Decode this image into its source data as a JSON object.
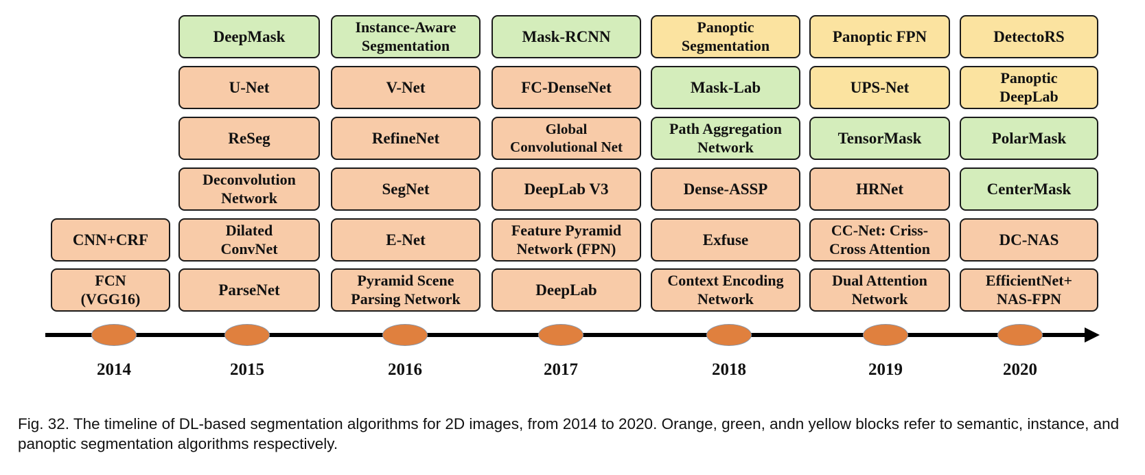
{
  "colors": {
    "semantic": "#f8cba8",
    "instance": "#d4edbb",
    "panoptic": "#fbe3a0",
    "marker": "#e0803e",
    "axis": "#000000"
  },
  "timeline": [
    {
      "year": "2014",
      "blocks": [
        {
          "label": "CNN+CRF",
          "category": "semantic"
        },
        {
          "label": "FCN\n(VGG16)",
          "category": "semantic"
        }
      ]
    },
    {
      "year": "2015",
      "blocks": [
        {
          "label": "DeepMask",
          "category": "instance"
        },
        {
          "label": "U-Net",
          "category": "semantic"
        },
        {
          "label": "ReSeg",
          "category": "semantic"
        },
        {
          "label": "Deconvolution\nNetwork",
          "category": "semantic"
        },
        {
          "label": "Dilated\nConvNet",
          "category": "semantic"
        },
        {
          "label": "ParseNet",
          "category": "semantic"
        }
      ]
    },
    {
      "year": "2016",
      "blocks": [
        {
          "label": "Instance-Aware\nSegmentation",
          "category": "instance"
        },
        {
          "label": "V-Net",
          "category": "semantic"
        },
        {
          "label": "RefineNet",
          "category": "semantic"
        },
        {
          "label": "SegNet",
          "category": "semantic"
        },
        {
          "label": "E-Net",
          "category": "semantic"
        },
        {
          "label": "Pyramid Scene\nParsing Network",
          "category": "semantic"
        }
      ]
    },
    {
      "year": "2017",
      "blocks": [
        {
          "label": "Mask-RCNN",
          "category": "instance"
        },
        {
          "label": "FC-DenseNet",
          "category": "semantic"
        },
        {
          "label": "Global\nConvolutional Net",
          "category": "semantic"
        },
        {
          "label": "DeepLab V3",
          "category": "semantic"
        },
        {
          "label": "Feature Pyramid\nNetwork (FPN)",
          "category": "semantic"
        },
        {
          "label": "DeepLab",
          "category": "semantic"
        }
      ]
    },
    {
      "year": "2018",
      "blocks": [
        {
          "label": "Panoptic\nSegmentation",
          "category": "panoptic"
        },
        {
          "label": "Mask-Lab",
          "category": "instance"
        },
        {
          "label": "Path Aggregation\nNetwork",
          "category": "instance"
        },
        {
          "label": "Dense-ASSP",
          "category": "semantic"
        },
        {
          "label": "Exfuse",
          "category": "semantic"
        },
        {
          "label": "Context Encoding\nNetwork",
          "category": "semantic"
        }
      ]
    },
    {
      "year": "2019",
      "blocks": [
        {
          "label": "Panoptic FPN",
          "category": "panoptic"
        },
        {
          "label": "UPS-Net",
          "category": "panoptic"
        },
        {
          "label": "TensorMask",
          "category": "instance"
        },
        {
          "label": "HRNet",
          "category": "semantic"
        },
        {
          "label": "CC-Net: Criss-\nCross Attention",
          "category": "semantic"
        },
        {
          "label": "Dual Attention\nNetwork",
          "category": "semantic"
        }
      ]
    },
    {
      "year": "2020",
      "blocks": [
        {
          "label": "DetectoRS",
          "category": "panoptic"
        },
        {
          "label": "Panoptic\nDeepLab",
          "category": "panoptic"
        },
        {
          "label": "PolarMask",
          "category": "instance"
        },
        {
          "label": "CenterMask",
          "category": "instance"
        },
        {
          "label": "DC-NAS",
          "category": "semantic"
        },
        {
          "label": "EfficientNet+\nNAS-FPN",
          "category": "semantic"
        }
      ]
    }
  ],
  "caption": "Fig. 32. The timeline of DL-based segmentation algorithms for 2D images, from 2014 to 2020. Orange, green, andn yellow blocks refer to semantic, instance, and panoptic segmentation algorithms respectively."
}
